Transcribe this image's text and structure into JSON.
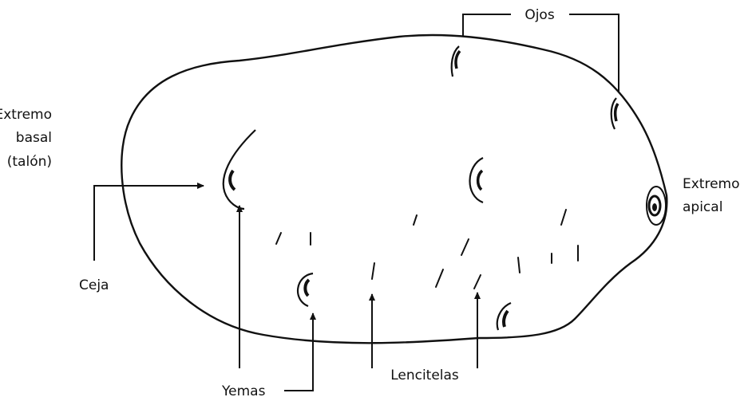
{
  "labels": {
    "ojos": "Ojos",
    "extremo_basal_1": "Extremo",
    "extremo_basal_2": "basal",
    "extremo_basal_3": "(talón)",
    "extremo_apical_1": "Extremo",
    "extremo_apical_2": "apical",
    "ceja": "Ceja",
    "yemas": "Yemas",
    "lencitelas": "Lencitelas"
  },
  "colors": {
    "ink": "#111111",
    "background": "#ffffff"
  }
}
